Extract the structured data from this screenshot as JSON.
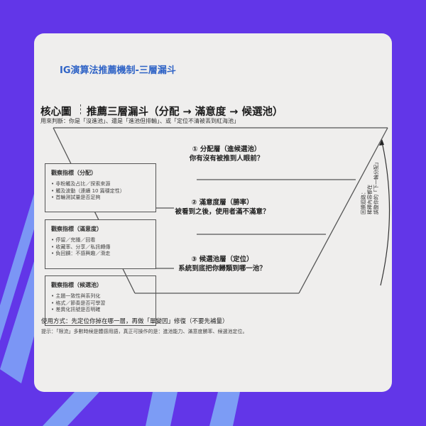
{
  "colors": {
    "background": "#6236e8",
    "stripe": "#7c9cf5",
    "card": "#efeeed",
    "title": "#2f63c6",
    "line": "#555555"
  },
  "header": {
    "title": "IG演算法推薦機制-三層漏斗"
  },
  "core": {
    "label": "核心圖",
    "title": "推薦三層漏斗（分配 → 滿意度 → 候選池）",
    "usage": "用來判斷：你是「沒進池」、還是「進池但排輸」、或「定位不清被丟到紅海池」"
  },
  "layers": [
    {
      "label": "① 分配層（進候選池）",
      "question": "你有沒有被推到人眼前？"
    },
    {
      "label": "② 滿意度層（勝率）",
      "question": "被看到之後，使用者滿不滿意？"
    },
    {
      "label": "③ 候選池層（定位）",
      "question": "系統到底把你歸類到哪一池？"
    }
  ],
  "indicator_boxes": [
    {
      "title": "觀察指標（分配）",
      "items": [
        "非粉觸及占比／探索來源",
        "觸及波動（連續 10 篇穩定性）",
        "首輪測試量是否足夠"
      ]
    },
    {
      "title": "觀察指標（滿意度）",
      "items": [
        "停留／完播／回看",
        "收藏率、分享／私訊轉傳",
        "負回饋：不感興趣／滑走"
      ]
    },
    {
      "title": "觀察指標（候選池）",
      "items": [
        "主題一致性與系列化",
        "格式／節奏是否可學習",
        "差異化訊號是否明確"
      ]
    }
  ],
  "feedback_loop": {
    "line1": "回饋迴路：",
    "line2": "稀釋內容都在",
    "line3": "調整你的「下一輪分配」"
  },
  "footer": {
    "method": "使用方式：先定位你掉在哪一層，再做「單變因」修復（不要先補量）",
    "hint": "提示：「限流」多數時候是體感用語，真正可操作的是：進池能力、滿意度勝率、候選池定位。"
  }
}
